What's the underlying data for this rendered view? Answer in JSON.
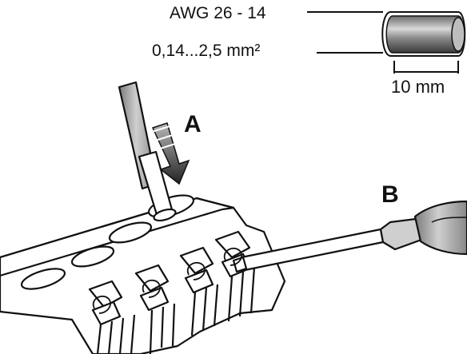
{
  "wire_spec": {
    "awg": "AWG 26 - 14",
    "cross_section": "0,14...2,5 mm²"
  },
  "strip_length": "10 mm",
  "callouts": {
    "a": "A",
    "b": "B"
  },
  "colors": {
    "line": "#111111",
    "tool_gray": "#a9a9a9",
    "wire_dark": "#4b4b4b",
    "wire_light": "#d6d6d6"
  }
}
